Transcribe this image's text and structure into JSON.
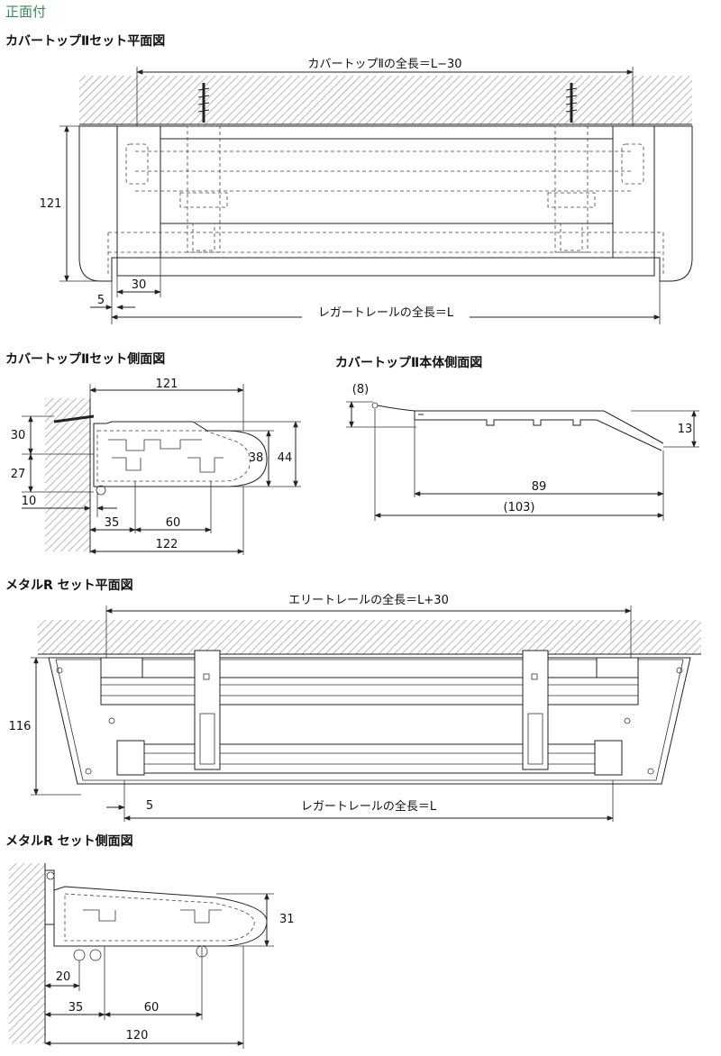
{
  "section_label": "正面付",
  "views": {
    "v1": {
      "title": "カバートップⅡセット平面図",
      "top_dim": "カバートップⅡの全長＝L−30",
      "height_dim": "121",
      "offset_dim": "30",
      "edge_dim": "5",
      "bottom_dim": "レガートレールの全長＝L"
    },
    "v2": {
      "title": "カバートップⅡセット側面図",
      "d121": "121",
      "d30": "30",
      "d27": "27",
      "d10": "10",
      "d35": "35",
      "d60": "60",
      "d122": "122",
      "d38": "38",
      "d44": "44"
    },
    "v3": {
      "title": "カバートップⅡ本体側面図",
      "d8": "(8)",
      "d13": "13",
      "d89": "89",
      "d103": "(103)"
    },
    "v4": {
      "title": "メタルR セット平面図",
      "top_dim": "エリートレールの全長＝L+30",
      "height_dim": "116",
      "edge_dim": "5",
      "bottom_dim": "レガートレールの全長＝L"
    },
    "v5": {
      "title": "メタルR セット側面図",
      "d31": "31",
      "d20": "20",
      "d35": "35",
      "d60": "60",
      "d120": "120"
    }
  }
}
